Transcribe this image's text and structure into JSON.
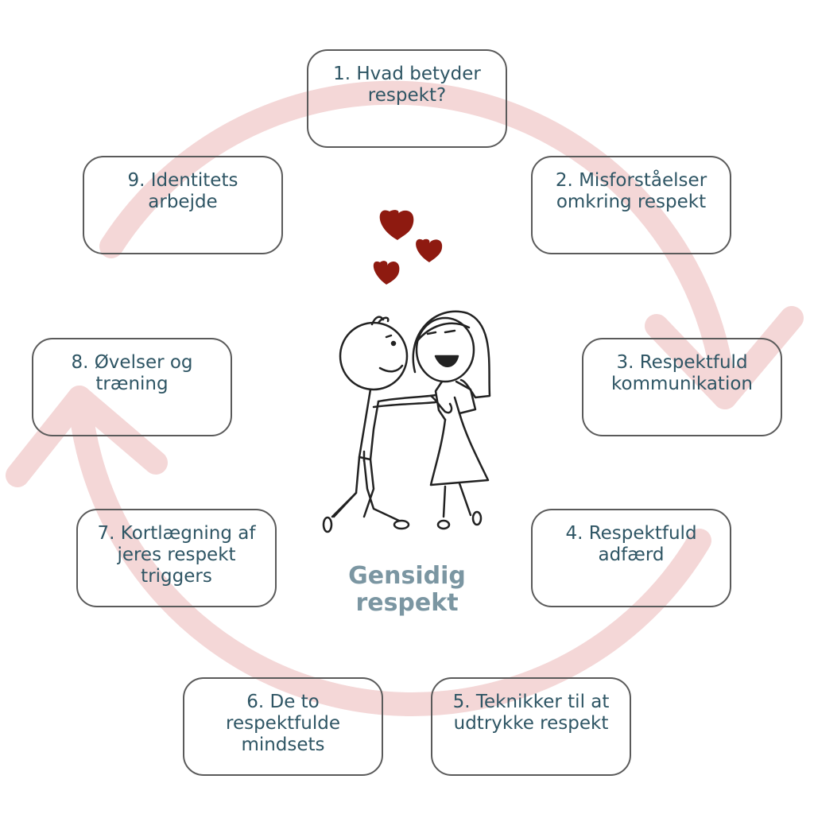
{
  "colors": {
    "cycle_arrow": "#f4d7d7",
    "box_border": "#5a5a5a",
    "step_text": "#2e5564",
    "title_text": "#7b96a2",
    "heart": "#8e1a10"
  },
  "icons": [
    "cycle-arrow-icon",
    "heart-icon",
    "kneeling-couple-illustration"
  ],
  "center": {
    "title": "Gensidig\nrespekt"
  },
  "steps": [
    {
      "label": "1.  Hvad betyder\n  respekt?"
    },
    {
      "label": "2. Misforståelser\nomkring respekt"
    },
    {
      "label": "3. Respektfuld\nkommunikation"
    },
    {
      "label": "4. Respektfuld\nadfærd"
    },
    {
      "label": "5. Teknikker til at\nudtrykke respekt"
    },
    {
      "label": "6. De to\nrespektfulde\nmindsets"
    },
    {
      "label": "7. Kortlægning af\njeres respekt\ntriggers"
    },
    {
      "label": "8. Øvelser og\ntræning"
    },
    {
      "label": "9. Identitets\narbejde"
    }
  ]
}
